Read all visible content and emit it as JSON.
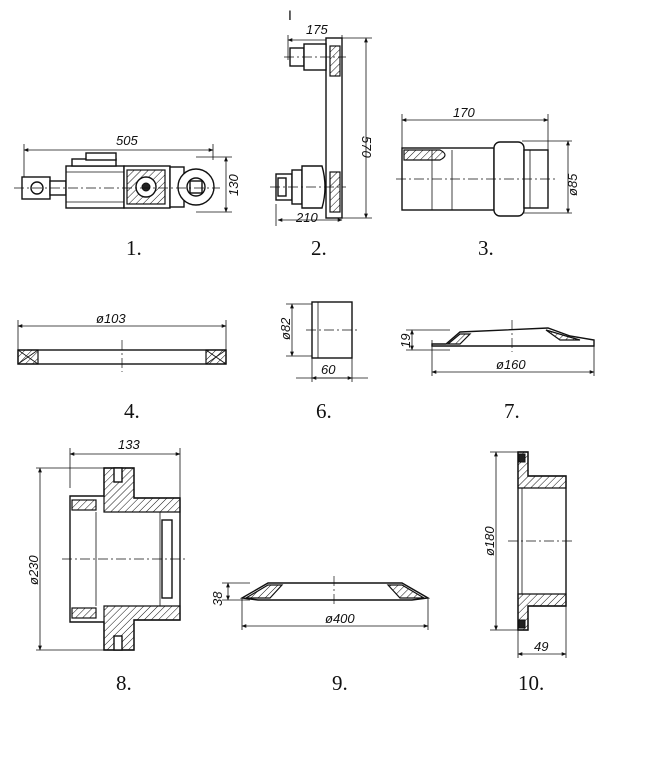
{
  "sheet": {
    "top_marker": "I",
    "parts": [
      {
        "number": "1.",
        "dims": [
          "505",
          "130"
        ]
      },
      {
        "number": "2.",
        "dims": [
          "175",
          "570",
          "210"
        ]
      },
      {
        "number": "3.",
        "dims": [
          "170",
          "ø85"
        ]
      },
      {
        "number": "4.",
        "dims": [
          "ø103"
        ]
      },
      {
        "number": "6.",
        "dims": [
          "ø82",
          "60"
        ]
      },
      {
        "number": "7.",
        "dims": [
          "19",
          "ø160"
        ]
      },
      {
        "number": "8.",
        "dims": [
          "133",
          "ø230"
        ]
      },
      {
        "number": "9.",
        "dims": [
          "38",
          "ø400"
        ]
      },
      {
        "number": "10.",
        "dims": [
          "ø180",
          "49"
        ]
      }
    ]
  }
}
